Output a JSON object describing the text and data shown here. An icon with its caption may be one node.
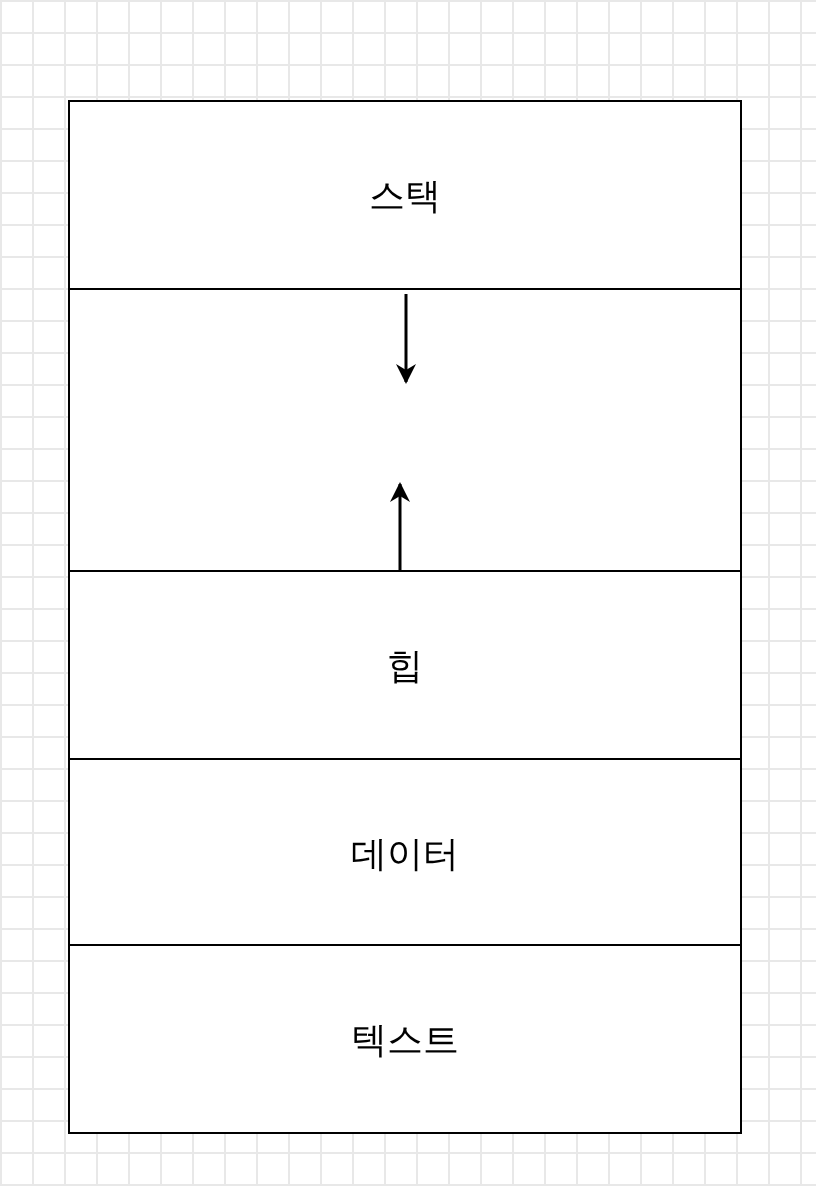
{
  "diagram": {
    "nodes": [
      {
        "text": [
          "스택"
        ]
      },
      {
        "text": [],
        "shape": "box"
      },
      {
        "text": [
          "힙"
        ]
      },
      {
        "text": [
          "데이터"
        ]
      },
      {
        "text": [
          "텍스트"
        ]
      }
    ],
    "edges": [
      {
        "from": 0,
        "to": 1,
        "arrow": "to"
      },
      {
        "from": 2,
        "to": 1,
        "arrow": "to"
      }
    ]
  }
}
